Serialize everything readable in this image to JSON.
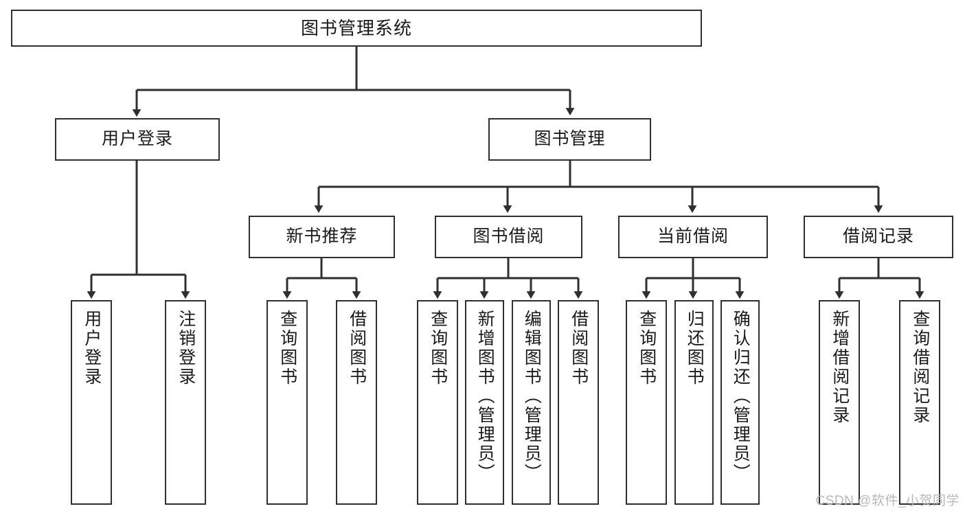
{
  "diagram": {
    "title": "图书管理系统",
    "type": "tree",
    "watermark": "CSDN @软件_小贺同学",
    "colors": {
      "background": "#ffffff",
      "box_border": "#2f2f2f",
      "connector": "#2f2f2f",
      "text": "#1a1a1a",
      "watermark": "#b9b9b9"
    },
    "root": {
      "label": "图书管理系统"
    },
    "level1": [
      {
        "label": "用户登录"
      },
      {
        "label": "图书管理"
      }
    ],
    "level2": [
      {
        "label": "新书推荐"
      },
      {
        "label": "图书借阅"
      },
      {
        "label": "当前借阅"
      },
      {
        "label": "借阅记录"
      }
    ],
    "leaves": {
      "user_login": [
        {
          "label": "用户登录"
        },
        {
          "label": "注销登录"
        }
      ],
      "new_book_recommend": [
        {
          "label": "查询图书"
        },
        {
          "label": "借阅图书"
        }
      ],
      "book_borrow": [
        {
          "label": "查询图书"
        },
        {
          "label": "新增图书（管理员）"
        },
        {
          "label": "编辑图书（管理员）"
        },
        {
          "label": "借阅图书"
        }
      ],
      "current_borrow": [
        {
          "label": "查询图书"
        },
        {
          "label": "归还图书"
        },
        {
          "label": "确认归还（管理员）"
        }
      ],
      "borrow_record": [
        {
          "label": "新增借阅记录"
        },
        {
          "label": "查询借阅记录"
        }
      ]
    }
  }
}
